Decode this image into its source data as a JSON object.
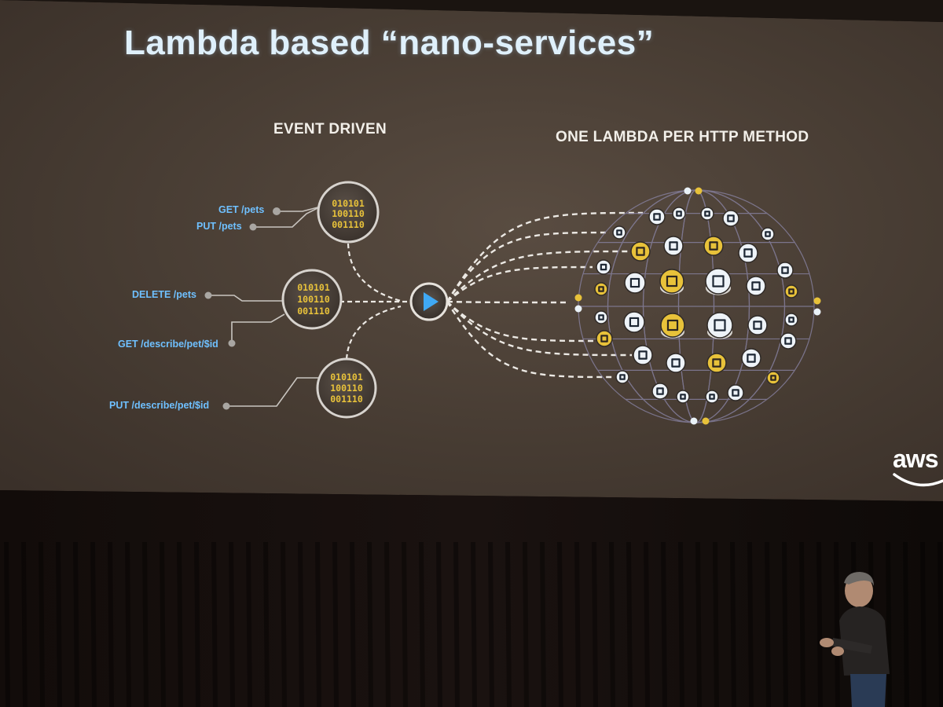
{
  "slide": {
    "title": "Lambda based “nano-services”",
    "left_heading": "EVENT DRIVEN",
    "right_heading": "ONE LAMBDA PER HTTP METHOD",
    "endpoints": [
      "GET /pets",
      "PUT /pets",
      "DELETE /pets",
      "GET /describe/pet/$id",
      "PUT /describe/pet/$id"
    ],
    "binary_lines": [
      "010101",
      "100110",
      "001110"
    ],
    "logo": "aws"
  },
  "colors": {
    "screen": "#4a3f36",
    "accent_yellow": "#e8c23a",
    "endpoint_blue": "#6fc0ff",
    "title_blue": "#dff0fb",
    "play_blue": "#3fa9f5"
  },
  "icons": [
    "play-icon",
    "binary-disk-icon",
    "lambda-node-icon",
    "aws-smile-icon"
  ]
}
